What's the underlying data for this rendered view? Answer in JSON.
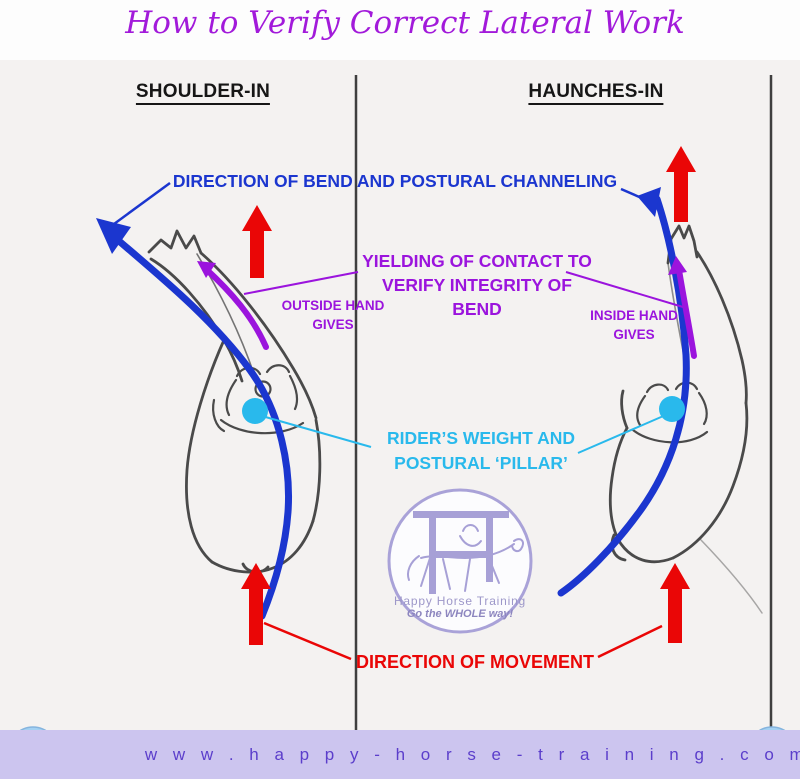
{
  "title": "How to Verify Correct Lateral Work",
  "left_panel": {
    "heading": "SHOULDER-IN",
    "hand_note": "OUTSIDE HAND\nGIVES"
  },
  "right_panel": {
    "heading": "HAUNCHES-IN",
    "hand_note": "INSIDE HAND\nGIVES"
  },
  "labels": {
    "bend": "DIRECTION OF BEND AND POSTURAL CHANNELING",
    "yielding": "YIELDING OF CONTACT TO\nVERIFY INTEGRITY OF\nBEND",
    "rider_weight": "RIDER’S WEIGHT AND\nPOSTURAL ‘PILLAR’",
    "movement": "DIRECTION OF MOVEMENT"
  },
  "logo": {
    "name": "Happy Horse Training",
    "tagline": "Go the WHOLE way!"
  },
  "footer": {
    "website": "w w w . h a p p y - h o r s e - t r a i n i n g . c o m"
  },
  "colors": {
    "title_purple": "#a21ada",
    "bend_blue": "#1b36cf",
    "yield_purple": "#9b14dd",
    "weight_cyan": "#29b9ec",
    "movement_red": "#ea0606",
    "sketch_gray": "#4a4a4a",
    "logo_lavender": "#a7a0d6",
    "footer_bg": "#ccc5ef",
    "footer_text": "#5b3ecb"
  }
}
